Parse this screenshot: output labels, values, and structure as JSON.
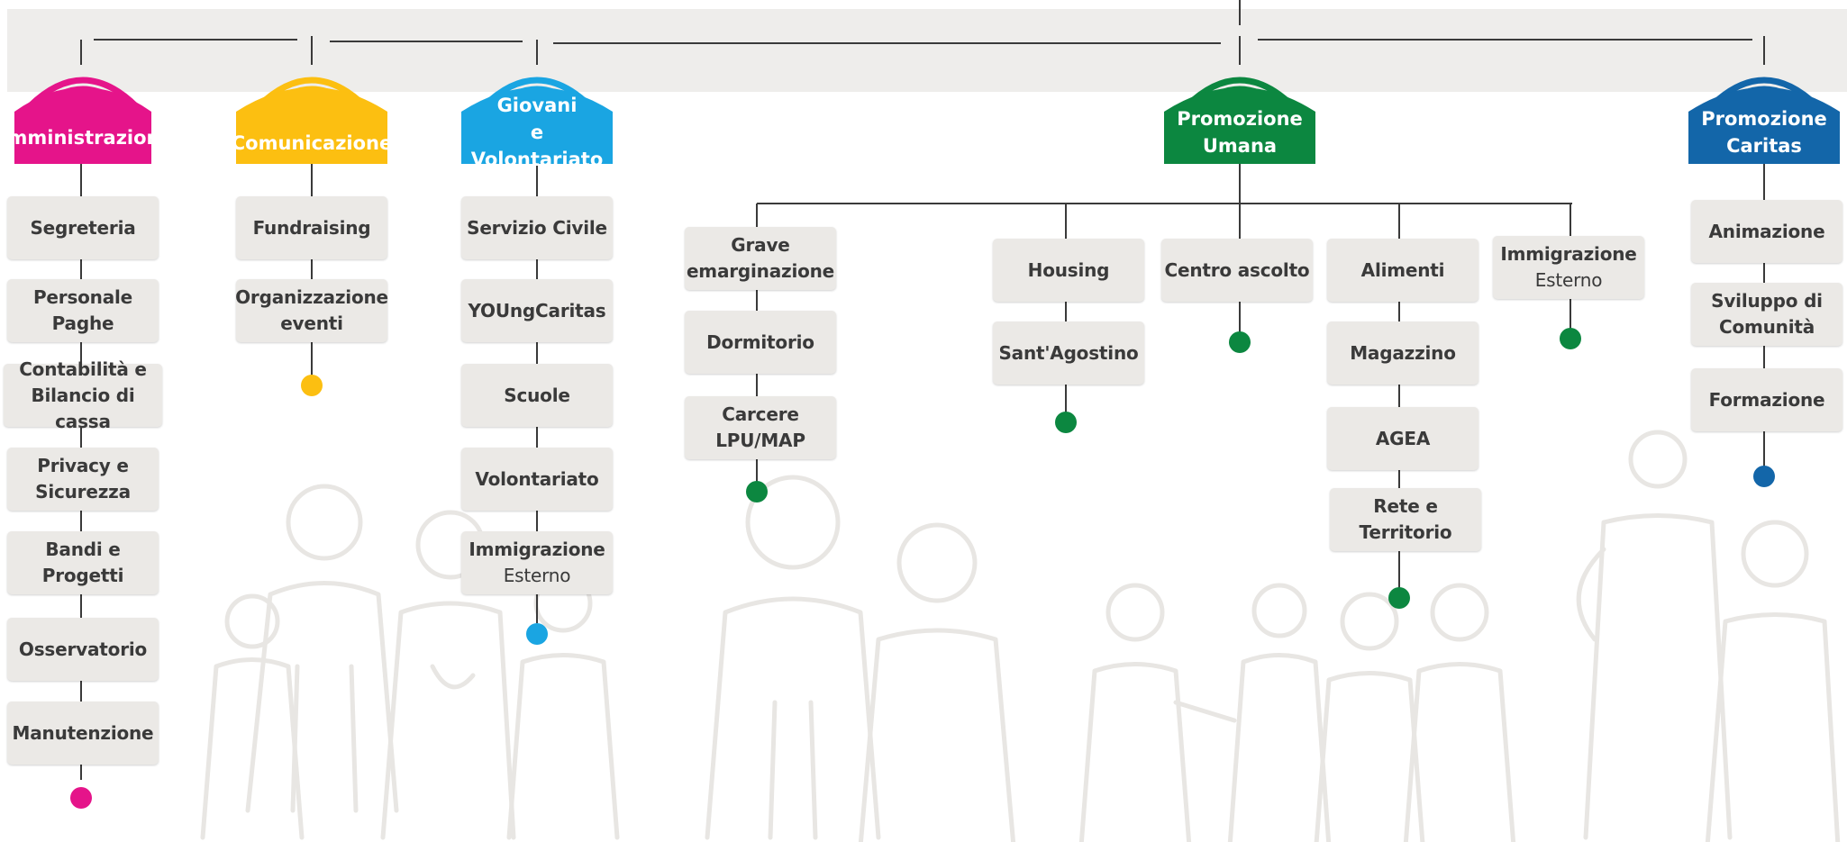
{
  "colors": {
    "amministrazione": "#e5148a",
    "comunicazione": "#fcbf11",
    "giovani": "#1aa5e2",
    "promozione_umana": "#0c8740",
    "promozione_caritas": "#1366a9",
    "box_bg": "#ebe9e6",
    "band_bg": "#eeedeb",
    "line": "#3a3a3a"
  },
  "departments": {
    "amministrazione": {
      "title": "Amministrazione",
      "items": [
        "Segreteria",
        "Personale Paghe",
        "Contabilità e Bilancio di cassa",
        "Privacy e Sicurezza",
        "Bandi e Progetti",
        "Osservatorio",
        "Manutenzione"
      ]
    },
    "comunicazione": {
      "title": "Comunicazione",
      "items": [
        "Fundraising",
        "Organizzazione eventi"
      ]
    },
    "giovani": {
      "title_line1": "Giovani",
      "title_line2": "e Volontariato",
      "items": [
        "Servizio Civile",
        "YOUngCaritas",
        "Scuole",
        "Volontariato"
      ],
      "last_item": {
        "main": "Immigrazione",
        "sub": "Esterno"
      }
    },
    "promozione_umana": {
      "title_line1": "Promozione",
      "title_line2": "Umana",
      "grave": [
        "Grave emarginazione",
        "Dormitorio",
        "Carcere LPU/MAP"
      ],
      "housing": [
        "Housing",
        "Sant'Agostino"
      ],
      "centro": [
        "Centro ascolto"
      ],
      "alimenti": [
        "Alimenti",
        "Magazzino",
        "AGEA",
        "Rete e Territorio"
      ],
      "immigrazione": {
        "main": "Immigrazione",
        "sub": "Esterno"
      }
    },
    "promozione_caritas": {
      "title_line1": "Promozione",
      "title_line2": "Caritas",
      "items": [
        "Animazione",
        "Sviluppo di Comunità",
        "Formazione"
      ]
    }
  }
}
